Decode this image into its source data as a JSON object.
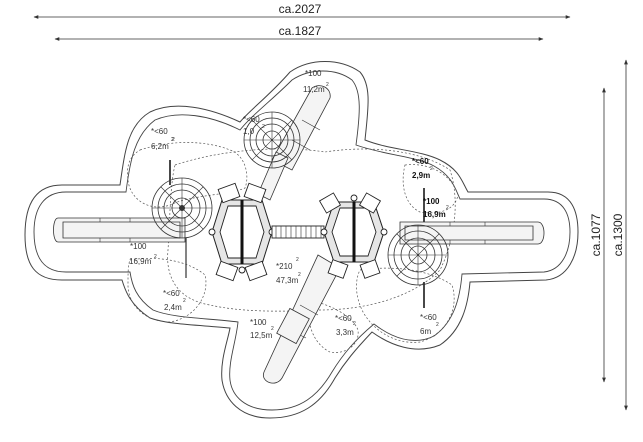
{
  "dimensions": {
    "overall_width": "ca.2027",
    "structure_width": "ca.1827",
    "structure_depth": "ca.1077",
    "overall_depth": "ca.1300"
  },
  "zones": [
    {
      "id": "top-slide",
      "height": "*100",
      "height_sup": "",
      "area": "11,2m",
      "area_sup": "2"
    },
    {
      "id": "top-spiral",
      "height": "*<60",
      "height_sup": "",
      "area": "1,0",
      "area_sup": "2"
    },
    {
      "id": "left-upper",
      "height": "*<60",
      "height_sup": "2",
      "area": "6,2m",
      "area_sup": "2"
    },
    {
      "id": "left-lower",
      "height": "*100",
      "height_sup": "",
      "area": "16,9m",
      "area_sup": "2"
    },
    {
      "id": "left-bottom",
      "height": "*<60",
      "height_sup": "",
      "area": "2,4m",
      "area_sup": "2"
    },
    {
      "id": "center",
      "height": "*210",
      "height_sup": "2",
      "area": "47,3m",
      "area_sup": "2"
    },
    {
      "id": "bottom-slide",
      "height": "*100",
      "height_sup": "2",
      "area": "12,5m",
      "area_sup": ""
    },
    {
      "id": "bottom-mid",
      "height": "*<60",
      "height_sup": "",
      "area": "3,3m",
      "area_sup": "2"
    },
    {
      "id": "right-upper",
      "height": "*<60",
      "height_sup": "2",
      "area": "2,9m",
      "area_sup": ""
    },
    {
      "id": "right-mid",
      "height": "*100",
      "height_sup": "2",
      "area": "16,9m",
      "area_sup": ""
    },
    {
      "id": "right-bottom",
      "height": "*<60",
      "height_sup": "2",
      "area": "6m",
      "area_sup": ""
    }
  ]
}
